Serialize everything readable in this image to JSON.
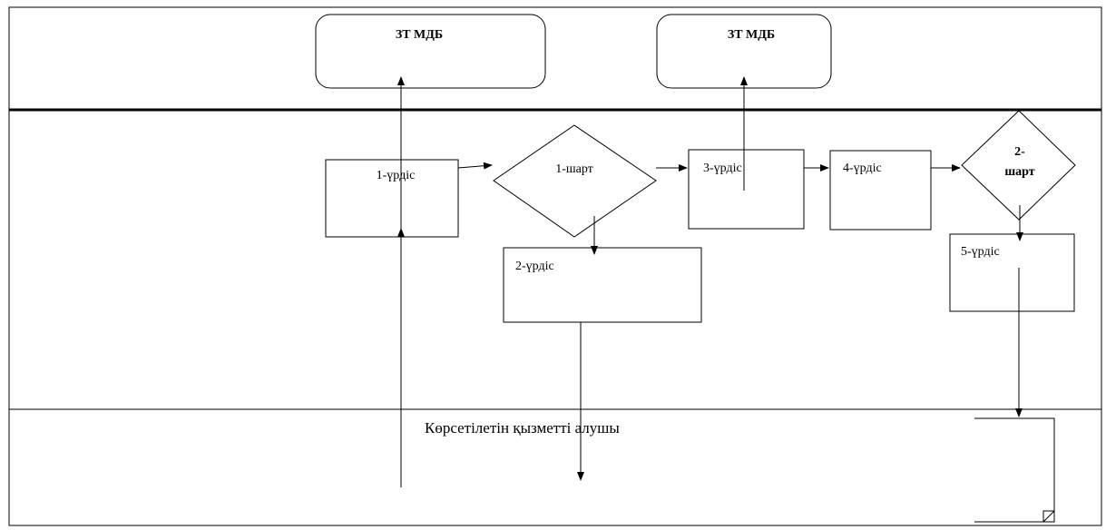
{
  "diagram": {
    "lanes": {
      "top": {},
      "middle": {},
      "bottom": {
        "label": "Көрсетілетін қызметті алушы"
      }
    },
    "nodes": {
      "db1": {
        "label": "ЗТ МДБ"
      },
      "db2": {
        "label": "ЗТ МДБ"
      },
      "process1": {
        "label": "1-үрдіс"
      },
      "condition1": {
        "label": "1-шарт"
      },
      "process2": {
        "label": "2-үрдіс"
      },
      "process3": {
        "label": "3-үрдіс"
      },
      "process4": {
        "label": "4-үрдіс"
      },
      "condition2": {
        "label_line1": "2-",
        "label_line2": "шарт"
      },
      "process5": {
        "label": "5-үрдіс"
      }
    }
  }
}
